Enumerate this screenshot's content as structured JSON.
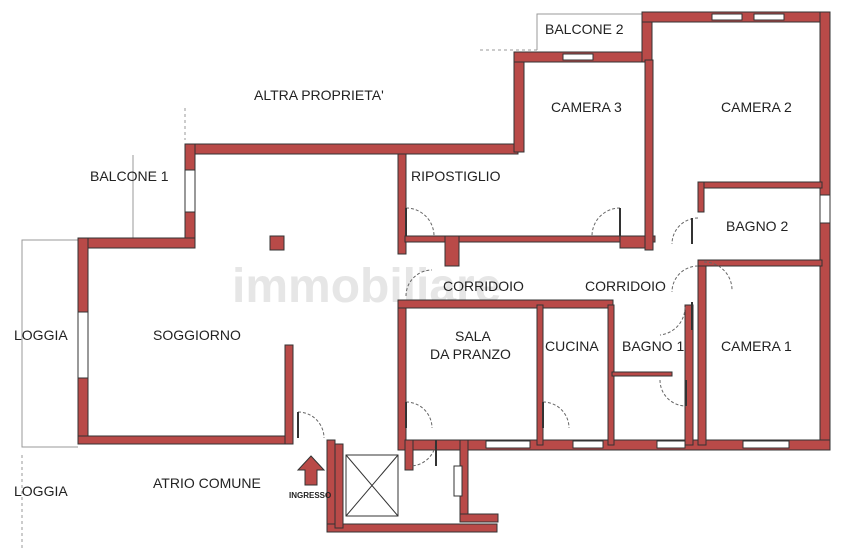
{
  "plan": {
    "colors": {
      "wall": "#b94a48",
      "wall_outline": "#333333",
      "door": "#666666",
      "window": "#dddddd",
      "label": "#222222"
    },
    "outside": {
      "altra_proprieta": "ALTRA PROPRIETA'",
      "balcone_1": "BALCONE 1",
      "balcone_2": "BALCONE 2",
      "loggia_1": "LOGGIA",
      "loggia_2": "LOGGIA",
      "atrio_comune": "ATRIO COMUNE",
      "ingresso": "INGRESSO"
    },
    "rooms": {
      "soggiorno": "SOGGIORNO",
      "ripostiglio": "RIPOSTIGLIO",
      "camera_3": "CAMERA 3",
      "camera_2": "CAMERA 2",
      "bagno_2": "BAGNO 2",
      "corridoio_1": "CORRIDOIO",
      "corridoio_2": "CORRIDOIO",
      "sala_line1": "SALA",
      "sala_line2": "DA PRANZO",
      "cucina": "CUCINA",
      "bagno_1": "BAGNO 1",
      "camera_1": "CAMERA 1"
    },
    "watermark": "immobiliare"
  }
}
